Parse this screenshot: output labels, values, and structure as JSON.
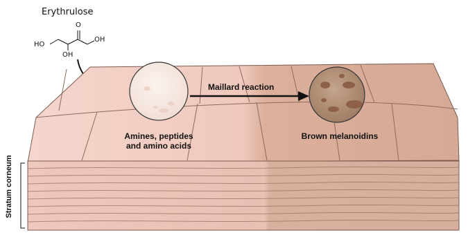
{
  "diagram": {
    "title": "Erythrulose",
    "molecule_atoms": {
      "ho_left": "HO",
      "oh_bottom": "OH",
      "oh_right": "OH",
      "o_top": "O"
    },
    "reaction_label": "Maillard reaction",
    "left_caption_line1": "Amines, peptides",
    "left_caption_line2": "and amino acids",
    "right_caption": "Brown melanoidins",
    "layer_label": "Stratum corneum",
    "colors": {
      "skin_light": "#f2cfc6",
      "skin_dark": "#d4a594",
      "circle_light": "#f8ece6",
      "circle_dark": "#a8866e",
      "spot": "#8f6048"
    }
  }
}
